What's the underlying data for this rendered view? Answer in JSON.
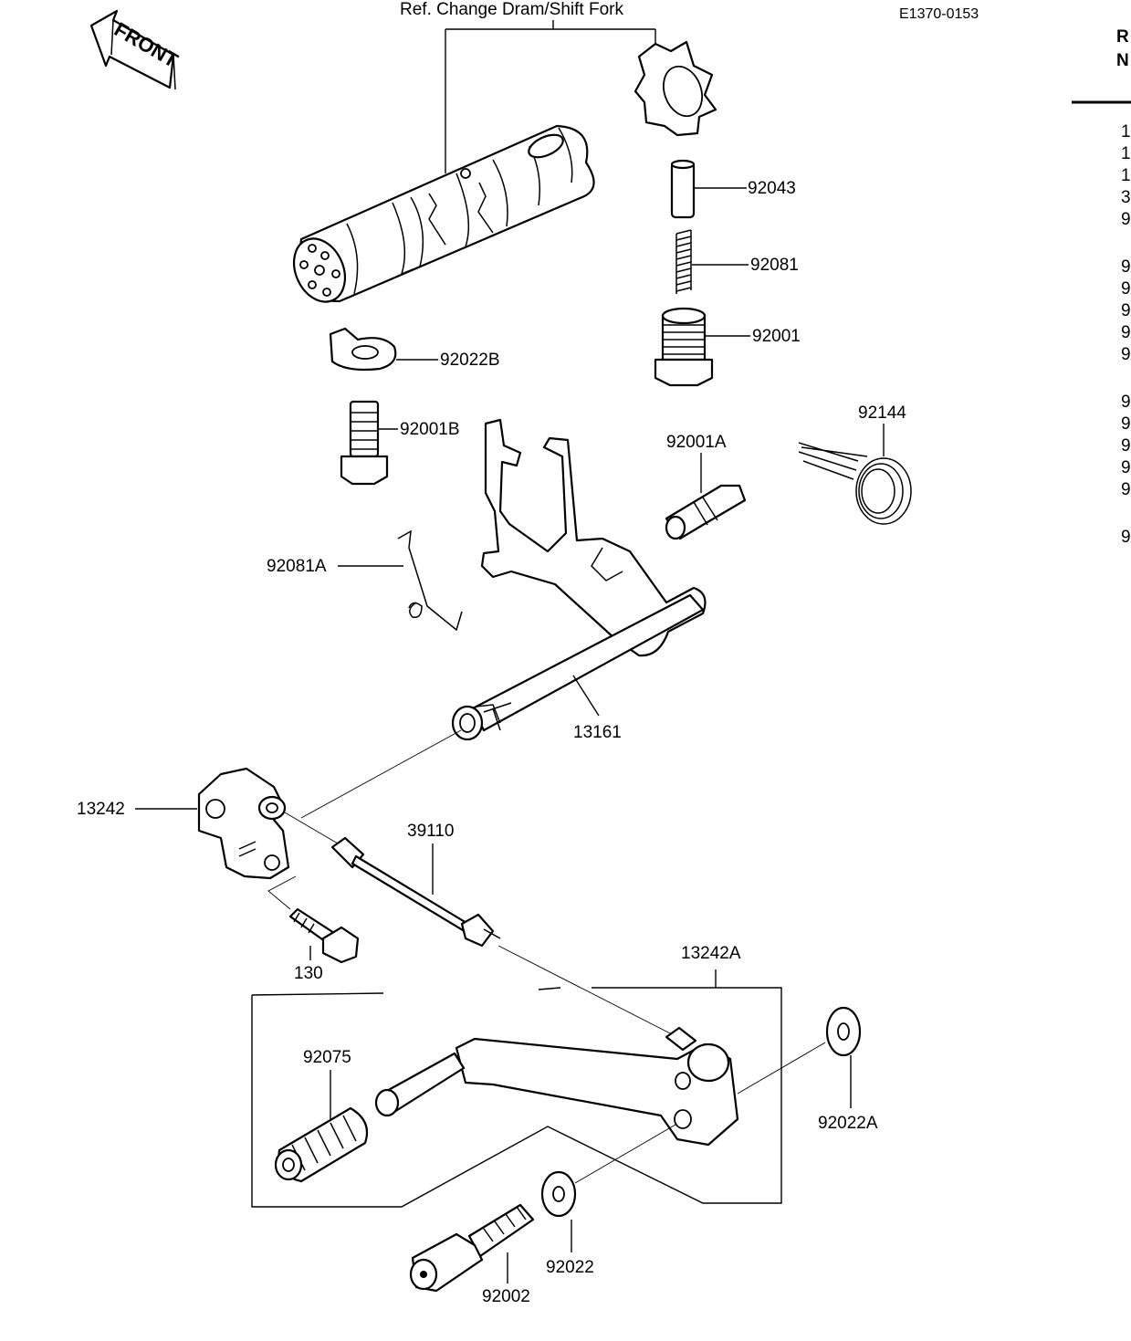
{
  "diagram": {
    "drawing_code": "E1370-0153",
    "front_badge": "FRONT",
    "reference_label": "Ref. Change Dram/Shift Fork",
    "callouts": {
      "c92043": "92043",
      "c92081": "92081",
      "c92001": "92001",
      "c92022B": "92022B",
      "c92001B": "92001B",
      "c92144": "92144",
      "c92001A": "92001A",
      "c92081A": "92081A",
      "c13161": "13161",
      "c13242": "13242",
      "c39110": "39110",
      "c130": "130",
      "c13242A": "13242A",
      "c92075": "92075",
      "c92022A": "92022A",
      "c92022": "92022",
      "c92002": "92002"
    }
  },
  "side_table": {
    "header_line1": "R",
    "header_line2": "N",
    "rows": [
      "1",
      "1",
      "1",
      "3",
      "9",
      "9",
      "9",
      "9",
      "9",
      "9",
      "9",
      "9",
      "9",
      "9",
      "9",
      "9"
    ]
  }
}
